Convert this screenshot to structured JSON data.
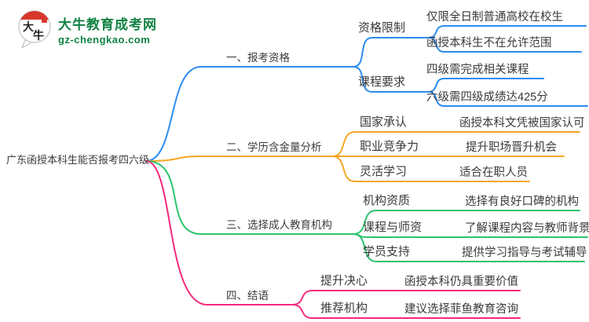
{
  "logo": {
    "badge_chars": "大牛",
    "site_name": "大牛教育成考网",
    "site_url": "gz-chengkao.com",
    "green": "#128243",
    "red": "#d7382d"
  },
  "root": {
    "label": "广东函授本科生能否报考四六级"
  },
  "branches": [
    {
      "label": "一、报考资格",
      "color": "#2d8cf0",
      "children": [
        {
          "label": "资格限制",
          "leaves": [
            "仅限全日制普通高校在校生",
            "函授本科生不在允许范围"
          ]
        },
        {
          "label": "课程要求",
          "leaves": [
            "四级需完成相关课程",
            "六级需四级成绩达425分"
          ]
        }
      ]
    },
    {
      "label": "二、学历含金量分析",
      "color": "#f5a623",
      "children": [
        {
          "label": "国家承认",
          "leaves": [
            "函授本科文凭被国家认可"
          ]
        },
        {
          "label": "职业竞争力",
          "leaves": [
            "提升职场晋升机会"
          ]
        },
        {
          "label": "灵活学习",
          "leaves": [
            "适合在职人员"
          ]
        }
      ]
    },
    {
      "label": "三、选择成人教育机构",
      "color": "#2bc46f",
      "children": [
        {
          "label": "机构资质",
          "leaves": [
            "选择有良好口碑的机构"
          ]
        },
        {
          "label": "课程与师资",
          "leaves": [
            "了解课程内容与教师背景"
          ]
        },
        {
          "label": "学员支持",
          "leaves": [
            "提供学习指导与考试辅导"
          ]
        }
      ]
    },
    {
      "label": "四、结语",
      "color": "#f5297b",
      "children": [
        {
          "label": "提升决心",
          "leaves": [
            "函授本科仍具重要价值"
          ]
        },
        {
          "label": "推荐机构",
          "leaves": [
            "建议选择菲鱼教育咨询"
          ]
        }
      ]
    }
  ]
}
